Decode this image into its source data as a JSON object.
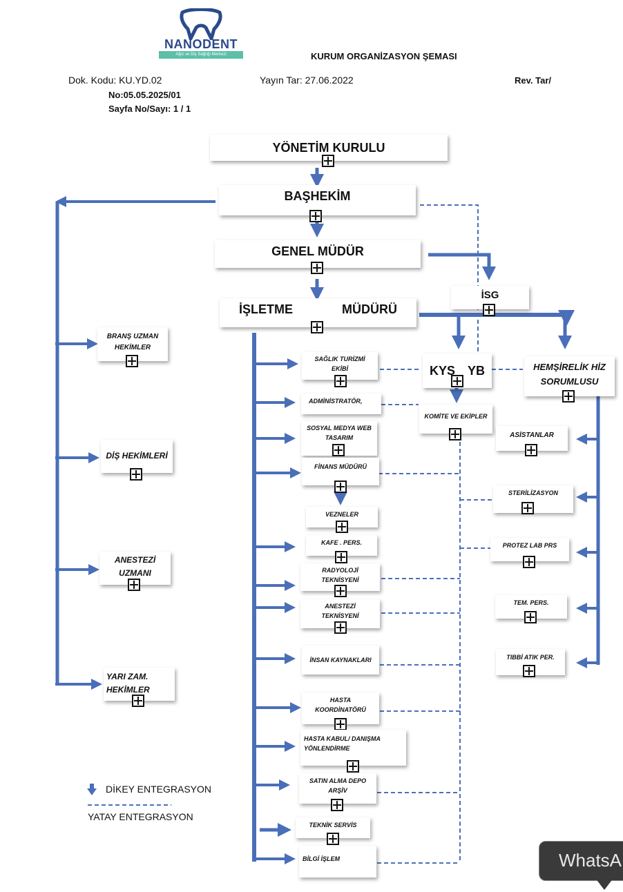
{
  "header": {
    "logo_name": "NANODENT",
    "logo_sub": "Ağız ve Diş Sağlığı Merkezi",
    "title": "KURUM ORGANİZASYON ŞEMASI",
    "doc_code": "Dok. Kodu: KU.YD.02",
    "publish_date": "Yayın Tar: 27.06.2022",
    "rev_date": "Rev. Tar/",
    "rev_no": "No:05.05.2025/01",
    "page_no": "Sayfa No/Sayı: 1 / 1"
  },
  "nodes": {
    "yonetim": "YÖNETİM KURULU",
    "bashekim": "BAŞHEKİM",
    "genel_mudur": "GENEL MÜDÜR",
    "isletme_left": "İŞLETME",
    "isletme_right": "MÜDÜRÜ",
    "isg": "İSG",
    "kys": "KYS",
    "kys_yb": "YB",
    "hemsirelik": "HEMŞİRELİK HİZ SORUMLUSU",
    "brans": "BRANŞ UZMAN HEKİMLER",
    "dis_hekimleri": "DİŞ HEKİMLERİ",
    "anestezi_uzmani": "ANESTEZİ UZMANI",
    "yari_zaman": "YARI ZAM. HEKİMLER",
    "saglik_turizmi": "SAĞLIK TURİZMİ EKİBİ",
    "administrator": "ADMİNİSTRATÖR,",
    "sosyal_medya": "SOSYAL MEDYA WEB TASARIM",
    "finans": "FİNANS MÜDÜRÜ",
    "vezneler": "VEZNELER",
    "kafe": "KAFE . PERS.",
    "radyoloji": "RADYOLOJİ TEKNİSYENİ",
    "anestezi_tek": "ANESTEZİ TEKNİSYENİ",
    "insan_kaynaklari": "İNSAN KAYNAKLARI",
    "hasta_koord": "HASTA KOORDİNATÖRÜ",
    "hasta_kabul": "HASTA KABUL/  DANIŞMA YÖNLENDİRME",
    "satin_alma": "SATIN ALMA DEPO ARŞİV",
    "teknik_servis": "TEKNİK SERVİS",
    "bilgi_islem": "BİLGİ İŞLEM",
    "komite": "KOMİTE VE EKİPLER",
    "asistanlar": "ASİSTANLAR",
    "sterilizasyon": "STERİLİZASYON",
    "protez": "PROTEZ LAB PRS",
    "tem_pers": "TEM. PERS.",
    "tibbi_atik": "TIBBİ ATIK PER."
  },
  "legend": {
    "vertical": "DİKEY ENTEGRASYON",
    "horizontal": "YATAY ENTEGRASYON"
  },
  "overlay": {
    "whatsapp": "WhatsA"
  },
  "colors": {
    "connector": "#4a6fb8",
    "dashed": "#4a6fb8",
    "logo": "#2a4a8a",
    "logo_band": "#5cbfa8"
  }
}
